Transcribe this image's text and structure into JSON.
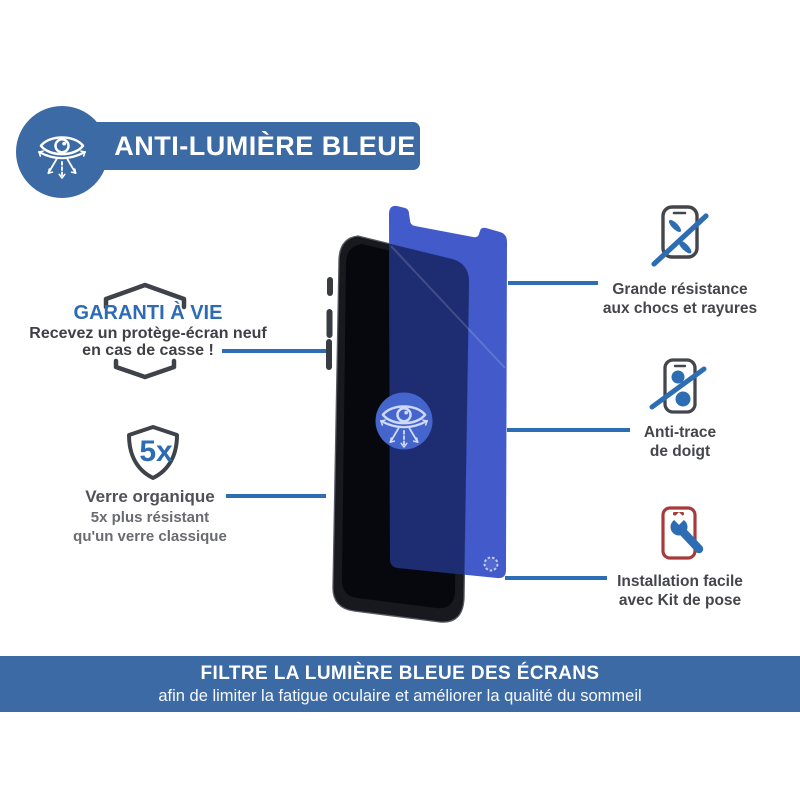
{
  "header": {
    "title": "ANTI-LUMIÈRE BLEUE"
  },
  "warranty": {
    "title": "GARANTI À VIE",
    "line1": "Recevez un protège-écran neuf",
    "line2": "en cas de casse !"
  },
  "organic": {
    "badge": "5x",
    "title": "Verre organique",
    "line1": "5x plus résistant",
    "line2": "qu'un verre classique"
  },
  "right": {
    "resistance": {
      "line1": "Grande résistance",
      "line2": "aux chocs et rayures"
    },
    "antitrace": {
      "line1": "Anti-trace",
      "line2": "de doigt"
    },
    "install": {
      "line1": "Installation facile",
      "line2": "avec Kit de pose"
    }
  },
  "footer": {
    "title": "FILTRE LA LUMIÈRE BLEUE DES ÉCRANS",
    "subtitle": "afin de limiter la fatigue oculaire et améliorer la qualité du sommeil"
  },
  "icons": {
    "header": "eye-protection-icon",
    "warranty": "shield-outline-icon",
    "organic": "shield-5x-icon",
    "resistance": "phone-scratch-slash-icon",
    "antitrace": "phone-fingerprint-slash-icon",
    "install": "phone-wrench-icon"
  },
  "colors": {
    "banner_blue": "#3C6AA5",
    "accent_blue": "#2D6DB3",
    "glass_blue": "#3C55C8",
    "text_dark": "#45464B",
    "text_gray": "#6A6B71",
    "icon_red": "#A63B3C"
  }
}
